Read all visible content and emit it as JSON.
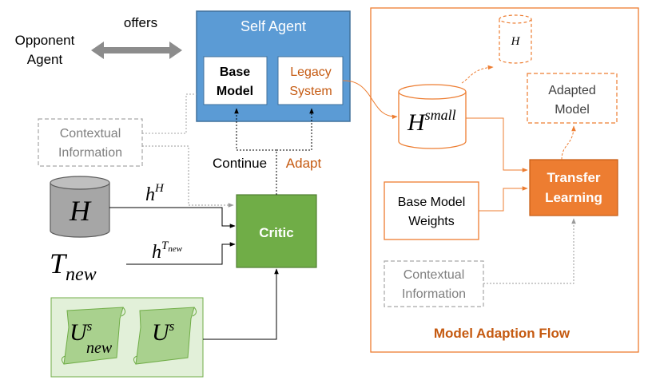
{
  "opponent": {
    "line1": "Opponent",
    "line2": "Agent"
  },
  "offers_label": "offers",
  "self_agent": {
    "title": "Self Agent",
    "base_model": {
      "line1": "Base",
      "line2": "Model"
    },
    "legacy_system": {
      "line1": "Legacy",
      "line2": "System"
    }
  },
  "contextual_info_left": {
    "line1": "Contextual",
    "line2": "Information"
  },
  "continue_label": "Continue",
  "adapt_label": "Adapt",
  "critic_label": "Critic",
  "history_db": {
    "symbol": "H"
  },
  "history_signal": {
    "base": "h",
    "sup": "H"
  },
  "new_task": {
    "symbol": "T",
    "sub": "new"
  },
  "new_task_signal": {
    "base": "h",
    "sup_base": "T",
    "sup_sub": "new"
  },
  "scroll_new": {
    "base": "U",
    "sup": "s",
    "sub": "new"
  },
  "scroll_old": {
    "base": "U",
    "sup": "s"
  },
  "adaption_flow": {
    "title": "Model Adaption Flow",
    "h_large": {
      "symbol": "H"
    },
    "h_small": {
      "symbol": "H",
      "sup": "small"
    },
    "adapted_model": {
      "line1": "Adapted",
      "line2": "Model"
    },
    "transfer_learning": {
      "line1": "Transfer",
      "line2": "Learning"
    },
    "base_model_weights": {
      "line1": "Base Model",
      "line2": "Weights"
    },
    "contextual_info": {
      "line1": "Contextual",
      "line2": "Information"
    }
  },
  "colors": {
    "self_agent_fill": "#5b9bd5",
    "self_agent_stroke": "#41719c",
    "critic_fill": "#70ad47",
    "critic_stroke": "#507e32",
    "orange": "#ed7d31",
    "orange_text": "#c55a11",
    "gray_db": "#a6a6a6",
    "gray_dash": "#a6a6a6",
    "scroll_fill": "#a9d18e",
    "scroll_panel_stroke": "#70ad47"
  }
}
